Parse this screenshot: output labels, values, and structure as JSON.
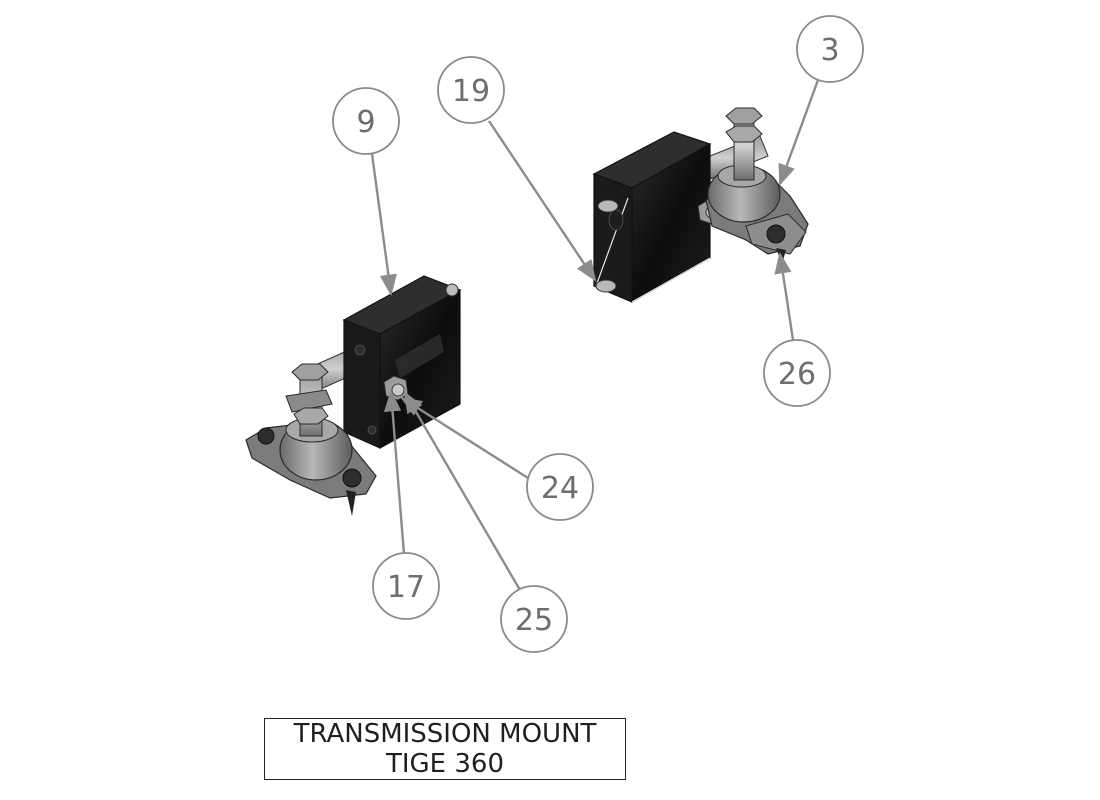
{
  "title_block": {
    "line1": "TRANSMISSION MOUNT",
    "line2": "TIGE 360"
  },
  "balloons": [
    {
      "id": "balloon-9",
      "label": "9"
    },
    {
      "id": "balloon-19",
      "label": "19"
    },
    {
      "id": "balloon-3",
      "label": "3"
    },
    {
      "id": "balloon-26",
      "label": "26"
    },
    {
      "id": "balloon-24",
      "label": "24"
    },
    {
      "id": "balloon-17",
      "label": "17"
    },
    {
      "id": "balloon-25",
      "label": "25"
    }
  ],
  "colors": {
    "balloon_stroke": "#8a8a8a",
    "leader": "#8c8c8c",
    "block_dark": "#141414",
    "mount_gray": "#8f8f8f"
  }
}
